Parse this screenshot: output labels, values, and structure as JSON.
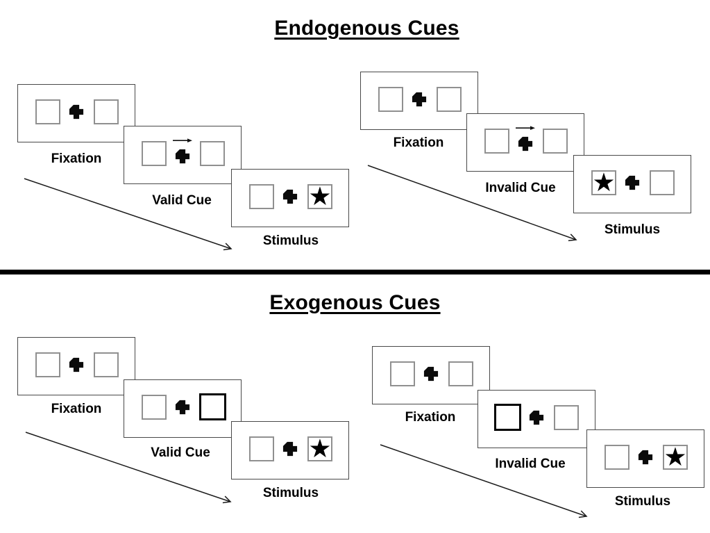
{
  "page": {
    "background": "#ffffff",
    "text_color": "#000000",
    "divider_color": "#000000",
    "panel_border_color": "#484848",
    "box_border_color": "#909090",
    "bold_cue_border_color": "#000000"
  },
  "glyphs": {
    "star": "★"
  },
  "sections": [
    {
      "title": "Endogenous Cues",
      "sequences": [
        {
          "panels": [
            {
              "label": "Fixation"
            },
            {
              "label": "Valid Cue"
            },
            {
              "label": "Stimulus"
            }
          ]
        },
        {
          "panels": [
            {
              "label": "Fixation"
            },
            {
              "label": "Invalid Cue"
            },
            {
              "label": "Stimulus"
            }
          ]
        }
      ]
    },
    {
      "title": "Exogenous Cues",
      "sequences": [
        {
          "panels": [
            {
              "label": "Fixation"
            },
            {
              "label": "Valid Cue"
            },
            {
              "label": "Stimulus"
            }
          ]
        },
        {
          "panels": [
            {
              "label": "Fixation"
            },
            {
              "label": "Invalid Cue"
            },
            {
              "label": "Stimulus"
            }
          ]
        }
      ]
    }
  ]
}
